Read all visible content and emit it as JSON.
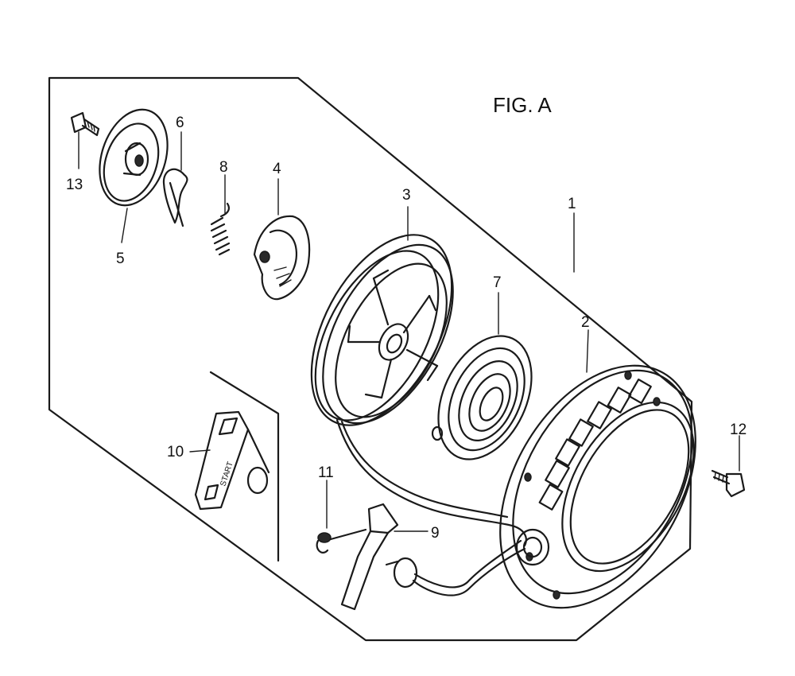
{
  "figure": {
    "title": "FIG. A",
    "handle_text": "START"
  },
  "callouts": [
    {
      "id": "1",
      "text": "1"
    },
    {
      "id": "2",
      "text": "2"
    },
    {
      "id": "3",
      "text": "3"
    },
    {
      "id": "4",
      "text": "4"
    },
    {
      "id": "5",
      "text": "5"
    },
    {
      "id": "6",
      "text": "6"
    },
    {
      "id": "7",
      "text": "7"
    },
    {
      "id": "8",
      "text": "8"
    },
    {
      "id": "9",
      "text": "9"
    },
    {
      "id": "10",
      "text": "10"
    },
    {
      "id": "11",
      "text": "11"
    },
    {
      "id": "12",
      "text": "12"
    },
    {
      "id": "13",
      "text": "13"
    }
  ]
}
